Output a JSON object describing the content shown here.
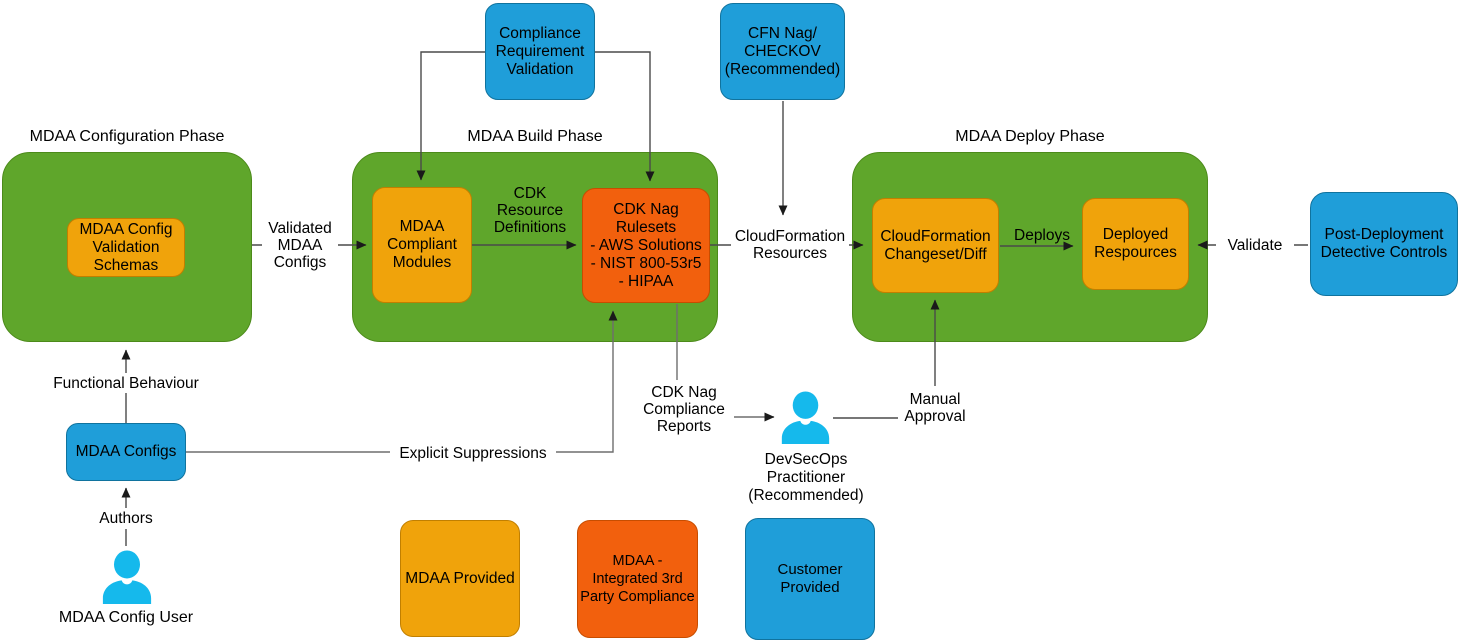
{
  "colors": {
    "phase_green": "#5FA62B",
    "mdaa_amber": "#F0A30B",
    "third_party_orange": "#F2600D",
    "customer_blue": "#1F9ED9",
    "person_cyan": "#15B9EC",
    "line": "#4a4a4a"
  },
  "phases": {
    "config": {
      "title": "MDAA Configuration Phase",
      "schemas": "MDAA Config\nValidation\nSchemas"
    },
    "build": {
      "title": "MDAA Build Phase",
      "modules": "MDAA\nCompliant\nModules",
      "cdk_nag": "CDK Nag\nRulesets\n- AWS Solutions\n- NIST 800-53r5\n- HIPAA"
    },
    "deploy": {
      "title": "MDAA Deploy Phase",
      "changeset": "CloudFormation\nChangeset/Diff",
      "deployed": "Deployed\nRespources"
    }
  },
  "external_nodes": {
    "compliance_requirement_validation": "Compliance\nRequirement\nValidation",
    "cfn_nag_checkov": "CFN Nag/\nCHECKOV\n(Recommended)",
    "post_deployment_detective_controls": "Post-Deployment\nDetective Controls",
    "mdaa_configs": "MDAA Configs"
  },
  "actors": {
    "mdaa_config_user": "MDAA Config User",
    "devsecops_practitioner": "DevSecOps\nPractitioner\n(Recommended)"
  },
  "edge_labels": {
    "validated_mdaa_configs": "Validated\nMDAA\nConfigs",
    "cdk_resource_definitions": "CDK\nResource\nDefinitions",
    "cloudformation_resources": "CloudFormation\nResources",
    "deploys": "Deploys",
    "validate": "Validate",
    "functional_behaviour": "Functional Behaviour",
    "authors": "Authors",
    "explicit_suppressions": "Explicit Suppressions",
    "cdk_nag_compliance_reports": "CDK Nag\nCompliance\nReports",
    "manual_approval": "Manual\nApproval"
  },
  "legend": {
    "mdaa_provided": "MDAA Provided",
    "mdaa_integrated_3rd_party": "MDAA -\nIntegrated 3rd\nParty Compliance",
    "customer_provided": "Customer Provided"
  }
}
